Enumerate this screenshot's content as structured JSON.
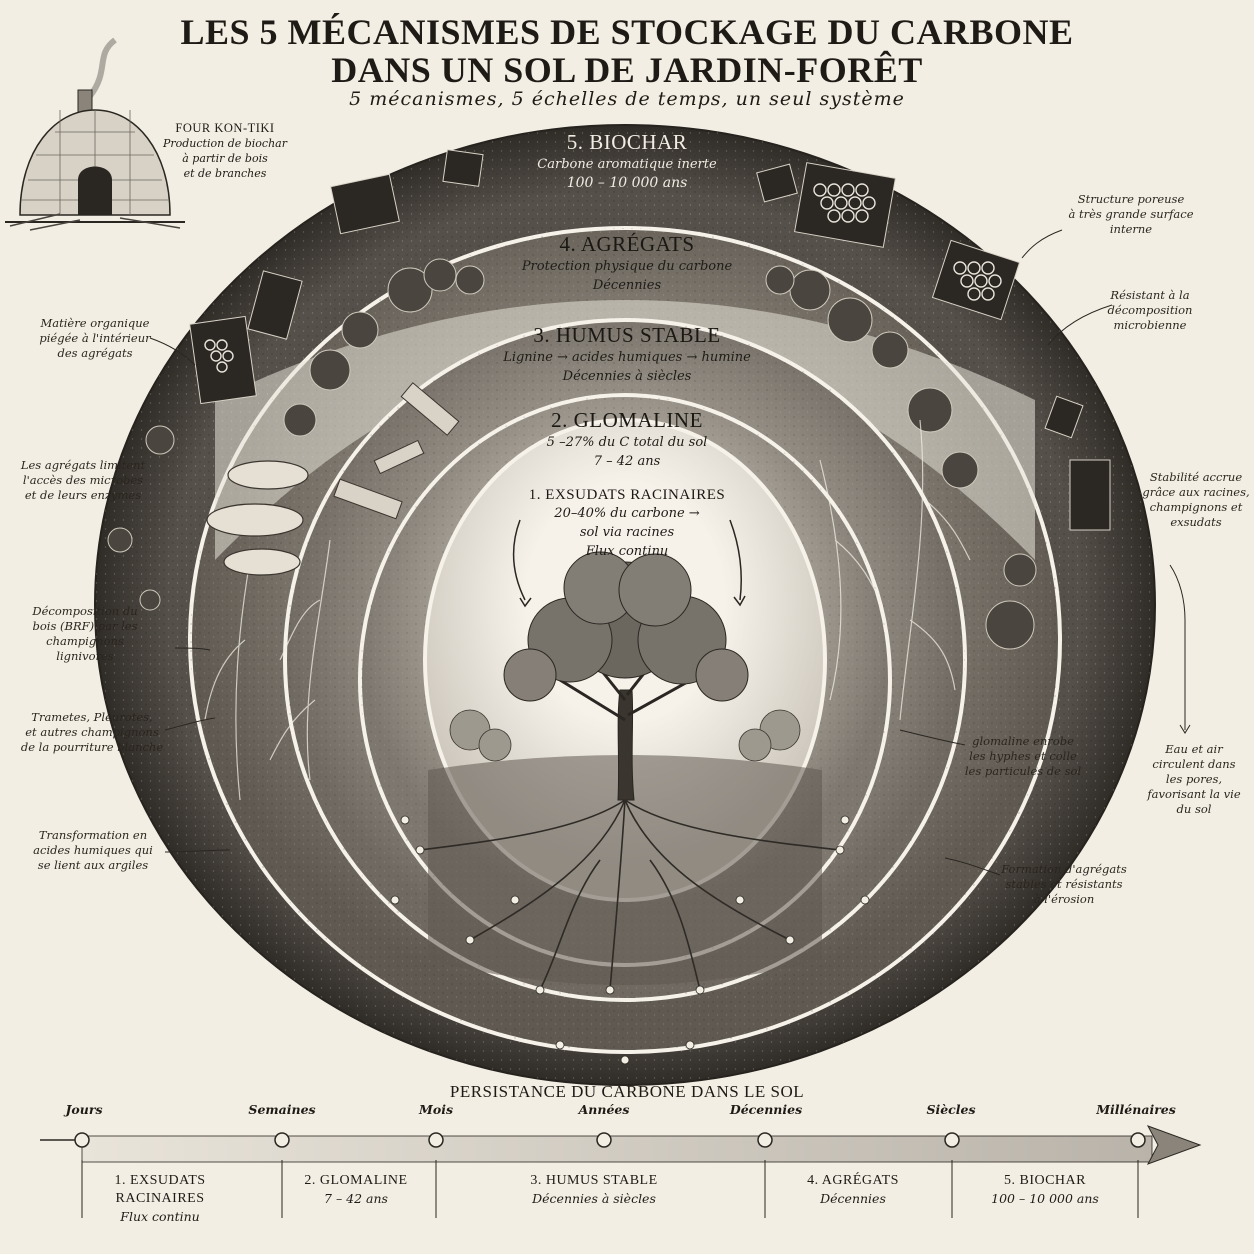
{
  "title_line1": "LES 5 MÉCANISMES DE STOCKAGE DU CARBONE",
  "title_line2": "DANS UN SOL DE JARDIN-FORÊT",
  "subtitle": "5 mécanismes, 5 échelles de temps, un seul système",
  "kiln": {
    "title": "FOUR KON-TIKI",
    "lines": [
      "Production de biochar",
      "à partir de bois",
      "et de branches"
    ]
  },
  "rings": [
    {
      "title": "5. BIOCHAR",
      "lines": [
        "Carbone aromatique inerte",
        "100 – 10 000 ans"
      ]
    },
    {
      "title": "4. AGRÉGATS",
      "lines": [
        "Protection physique du carbone",
        "Décennies"
      ]
    },
    {
      "title": "3. HUMUS STABLE",
      "lines": [
        "Lignine → acides humiques → humine",
        "Décennies à siècles"
      ]
    },
    {
      "title": "2. GLOMALINE",
      "lines": [
        "5 –27% du C total du sol",
        "7 – 42 ans"
      ]
    },
    {
      "title": "1. EXSUDATS RACINAIRES",
      "lines": [
        "20–40% du carbone →",
        "sol via racines",
        "Flux continu"
      ]
    }
  ],
  "annotations_left": [
    {
      "lines": [
        "Matière organique",
        "piégée à l'intérieur",
        "des agrégats"
      ]
    },
    {
      "lines": [
        "Les agrégats limitent",
        "l'accès des microbes",
        "et de leurs enzymes"
      ]
    },
    {
      "lines": [
        "Décomposition du",
        "bois (BRF) par les",
        "champignons",
        "lignivores"
      ]
    },
    {
      "lines": [
        "Trametes, Pleurotes,",
        "et autres champignons",
        "de la pourriture blanche"
      ]
    },
    {
      "lines": [
        "Transformation en",
        "acides humiques qui",
        "se lient aux argiles"
      ]
    }
  ],
  "annotations_right": [
    {
      "lines": [
        "Structure poreuse",
        "à très grande surface",
        "interne"
      ]
    },
    {
      "lines": [
        "Résistant à la",
        "décomposition",
        "microbienne"
      ]
    },
    {
      "lines": [
        "Stabilité accrue",
        "grâce aux racines,",
        "champignons et",
        "exsudats"
      ]
    },
    {
      "lines": [
        "Eau et air",
        "circulent dans",
        "les pores,",
        "favorisant la vie",
        "du sol"
      ]
    },
    {
      "lines": [
        "glomaline enrobe",
        "les hyphes et colle",
        "les particules de sol"
      ]
    },
    {
      "lines": [
        "Formation d'agrégats",
        "stables et résistants",
        "à l'érosion"
      ]
    }
  ],
  "timeline": {
    "title": "PERSISTANCE DU CARBONE DANS LE SOL",
    "ticks": [
      "Jours",
      "Semaines",
      "Mois",
      "Années",
      "Décennies",
      "Siècles",
      "Millénaires"
    ],
    "segments": [
      {
        "title_lines": [
          "1. EXSUDATS",
          "RACINAIRES"
        ],
        "sub": "Flux continu"
      },
      {
        "title_lines": [
          "2. GLOMALINE"
        ],
        "sub": "7 – 42 ans"
      },
      {
        "title_lines": [
          "3. HUMUS STABLE"
        ],
        "sub": "Décennies à siècles"
      },
      {
        "title_lines": [
          "4. AGRÉGATS"
        ],
        "sub": "Décennies"
      },
      {
        "title_lines": [
          "5. BIOCHAR"
        ],
        "sub": "100 – 10 000 ans"
      }
    ]
  }
}
